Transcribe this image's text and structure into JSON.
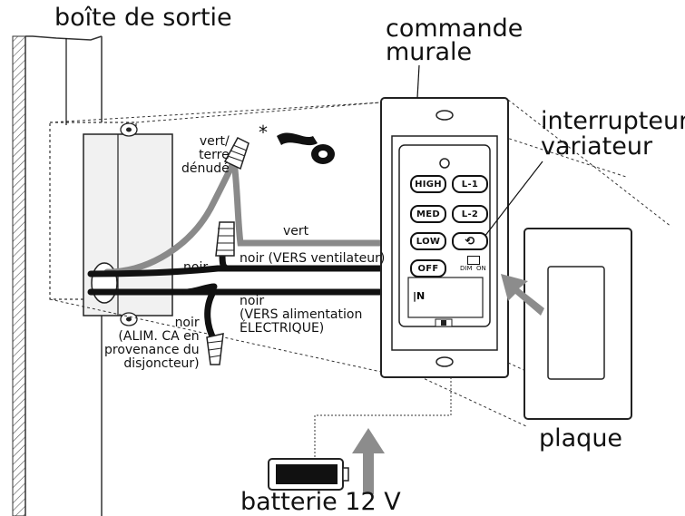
{
  "labels": {
    "outlet_box": "boîte de sortie",
    "wall_control_1": "commande",
    "wall_control_2": "murale",
    "dimmer_switch_1": "interrupteur",
    "dimmer_switch_2": "variateur",
    "plate": "plaque",
    "battery": "batterie 12 V",
    "asterisk": "*",
    "green_ground": "vert/\nterre\ndénudé",
    "green": "vert",
    "black_left": "noir",
    "black_to_fan": "noir (VERS ventilateur)",
    "black_to_power": "noir\n(VERS alimentation\nÉLECTRIQUE)",
    "black_from_breaker": "noir\n(ALIM. CA en\nprovenance du\ndisjoncteur)"
  },
  "remote_buttons": {
    "high": "HIGH",
    "l1": "L-1",
    "med": "MED",
    "l2": "L-2",
    "low": "LOW",
    "reverse": "⟲",
    "off": "OFF",
    "dim_on": "DIM  ON"
  },
  "colors": {
    "green_wire": "#8a8a8a",
    "black_wire": "#111111",
    "arrow": "#8c8c8c"
  }
}
